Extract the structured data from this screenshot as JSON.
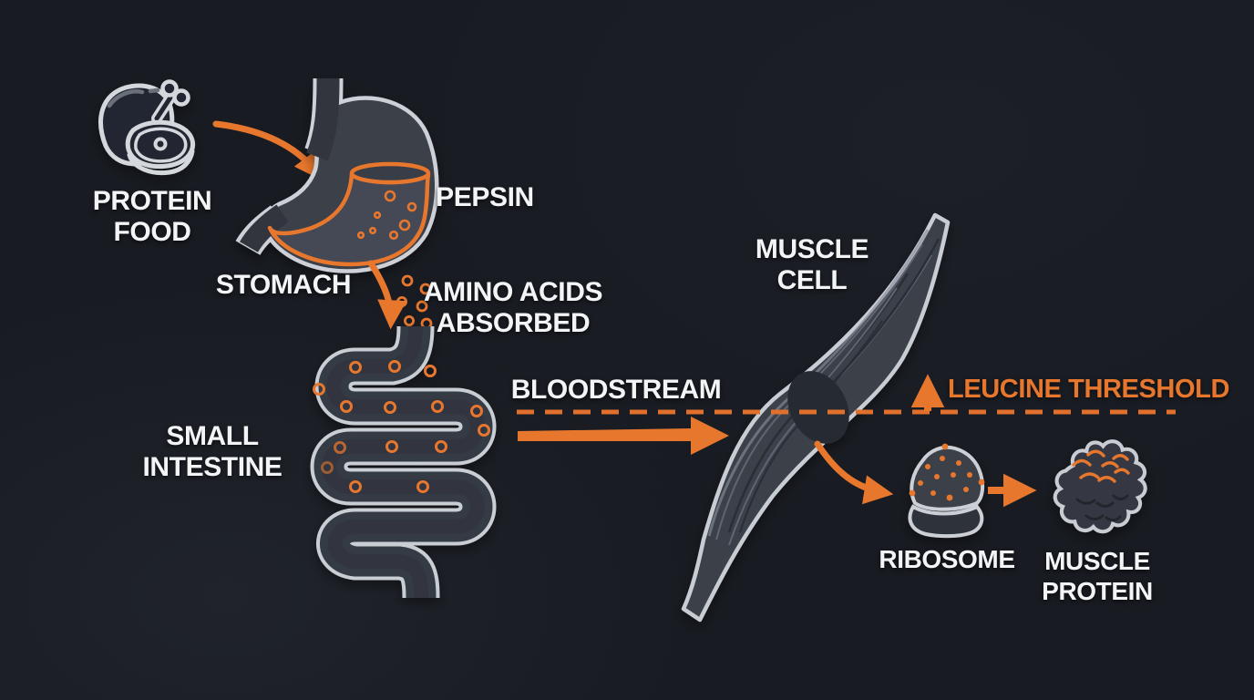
{
  "figure": {
    "type": "process-diagram",
    "topic": "protein digestion and muscle protein synthesis"
  },
  "labels": {
    "protein_food": {
      "line1": "PROTEIN",
      "line2": "FOOD"
    },
    "stomach": {
      "line1": "STOMACH"
    },
    "pepsin": {
      "line1": "PEPSIN"
    },
    "amino_acids": {
      "line1": "AMINO ACIDS",
      "line2": "ABSORBED"
    },
    "small_intestine": {
      "line1": "SMALL",
      "line2": "INTESTINE"
    },
    "bloodstream": {
      "line1": "BLOODSTREAM"
    },
    "muscle_cell": {
      "line1": "MUSCLE",
      "line2": "CELL"
    },
    "leucine_threshold": {
      "line1": "LEUCINE THRESHOLD"
    },
    "ribosome": {
      "line1": "RIBOSOME"
    },
    "muscle_protein": {
      "line1": "MUSCLE",
      "line2": "PROTEIN"
    }
  },
  "colors": {
    "background": "#181B21",
    "accent_orange": "#E8772E",
    "outline_gray": "#CDD1D7",
    "organ_fill": "#3A3F49",
    "text_white": "#F2F4F6"
  },
  "icons": {
    "protein_food": "drumstick-and-steak",
    "stomach": "stomach-organ",
    "small_intestine": "intestine-coil",
    "muscle_cell": "muscle-fiber-spindle",
    "ribosome": "ribosome-subunits",
    "muscle_protein": "folded-protein-cluster",
    "amino_acid": "small-orange-ring"
  }
}
